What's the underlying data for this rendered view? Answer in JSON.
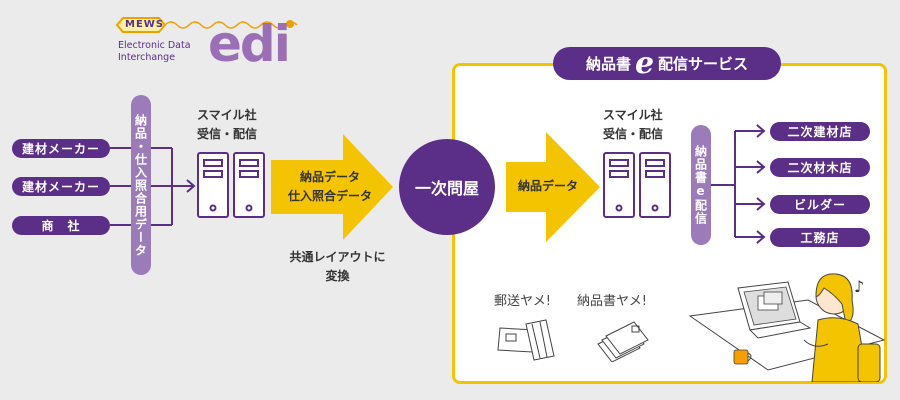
{
  "logo": {
    "brand": "MEWS",
    "line1": "Electronic Data",
    "line2": "Interchange",
    "mark": "edi"
  },
  "left_sources": [
    "建材メーカー",
    "建材メーカー",
    "商　社"
  ],
  "left_data_label": "納品・仕入照合用データ",
  "server1": {
    "line1": "スマイル社",
    "line2": "受信・配信"
  },
  "arrow1": {
    "line1": "納品データ",
    "line2": "仕入照合データ"
  },
  "convert_note": {
    "line1": "共通レイアウトに",
    "line2": "変換"
  },
  "wholesaler": "一次問屋",
  "service": {
    "title_left": "納品書",
    "title_e": "e",
    "title_right": "配信サービス"
  },
  "arrow2": "納品データ",
  "server2": {
    "line1": "スマイル社",
    "line2": "受信・配信"
  },
  "delivery_label": "納品書e配信",
  "destinations": [
    "二次建材店",
    "二次材木店",
    "ビルダー",
    "工務店"
  ],
  "notes": [
    "郵送ヤメ!",
    "納品書ヤメ!"
  ],
  "colors": {
    "purple": "#5b2e88",
    "light_purple": "#9b7cb9",
    "yellow": "#f5c400",
    "background": "#ebebeb"
  }
}
